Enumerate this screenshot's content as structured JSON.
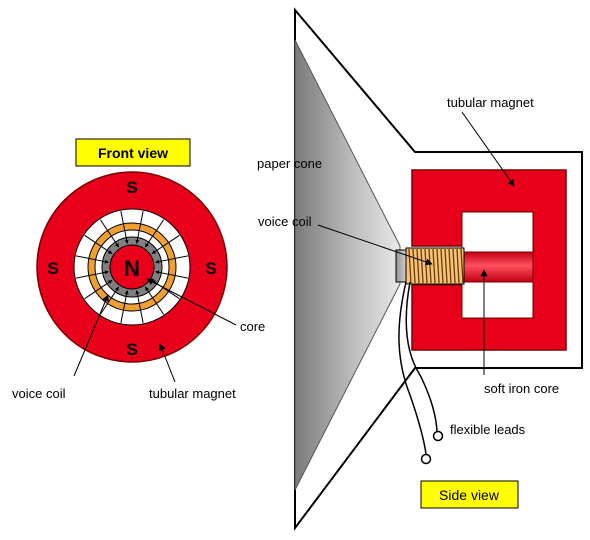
{
  "front_view": {
    "title": "Front view",
    "poles": {
      "north": "N",
      "south": "S"
    },
    "labels": {
      "core": "core",
      "voice_coil": "voice coil",
      "tubular_magnet": "tubular magnet"
    }
  },
  "side_view": {
    "title": "Side view",
    "labels": {
      "paper_cone": "paper cone",
      "voice_coil": "voice coil",
      "tubular_magnet": "tubular magnet",
      "soft_iron_core": "soft iron core",
      "flexible_leads": "flexible leads"
    }
  },
  "colors": {
    "magnet_red": "#e8001a",
    "magnet_dark": "#c40014",
    "coil_orange": "#f0a030",
    "core_grey": "#808080",
    "label_box_yellow": "#ffff00"
  }
}
